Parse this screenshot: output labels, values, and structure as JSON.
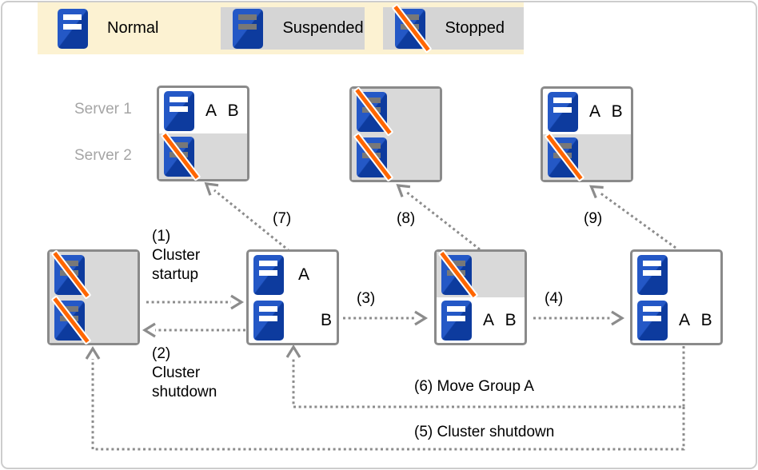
{
  "legend": {
    "items": [
      {
        "label": "Normal",
        "state": "normal"
      },
      {
        "label": "Suspended",
        "state": "suspended"
      },
      {
        "label": "Stopped",
        "state": "stopped"
      }
    ]
  },
  "row_labels": {
    "server1": "Server 1",
    "server2": "Server 2"
  },
  "boxes": {
    "t1": {
      "letters_top": "A B"
    },
    "t3": {
      "letters_top": "A B"
    },
    "b2": {
      "letter_a": "A",
      "letter_b": "B"
    },
    "b3": {
      "letters_bottom": "A B"
    },
    "b4": {
      "letters_bottom": "A B"
    }
  },
  "arrow_labels": {
    "a1": "(1)\nCluster\nstartup",
    "a2": "(2)\nCluster\nshutdown",
    "a3": "(3)",
    "a4": "(4)",
    "a5": "(5) Cluster shutdown",
    "a6": "(6) Move Group A",
    "a7": "(7)",
    "a8": "(8)",
    "a9": "(9)"
  },
  "colors": {
    "legend_background": "#fcf2d2",
    "legend_item_background": "#d5d5d5",
    "server_blue": "#1a4cb4",
    "server_blue_dark": "#0d3b9e",
    "stopped_stripe_orange": "#ff6600",
    "suspended_bar_gray": "#787878",
    "box_border_gray": "#8a8a8a",
    "inactive_half_gray": "#d9d9d9",
    "arrow_gray": "#8c8c8c",
    "row_label_gray": "#a5a5a5"
  }
}
